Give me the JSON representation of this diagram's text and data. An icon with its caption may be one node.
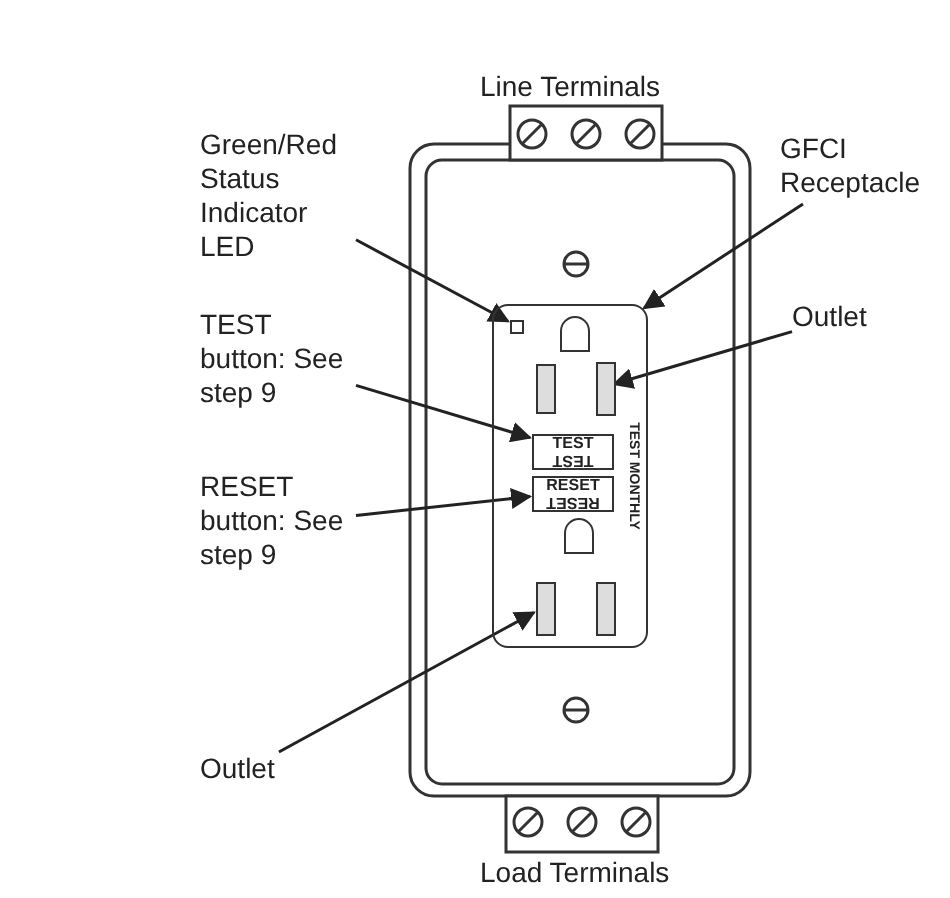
{
  "diagram": {
    "nodes": [
      {
        "text": [
          "Green/Red Status Indicator LED"
        ]
      },
      {
        "text": [
          "GFCI Receptacle"
        ]
      },
      {
        "text": [],
        "shape": "box"
      },
      {
        "text": [],
        "shape": "box",
        "in": 2
      },
      {
        "text": [
          "Outlet"
        ]
      },
      {
        "text": [],
        "shape": "box",
        "in": 2
      },
      {
        "text": [
          "TEST button: See step 9"
        ]
      },
      {
        "text": [
          "TEST",
          "TEST"
        ],
        "in": 2
      },
      {
        "text": [
          "RESET button: See step 9"
        ]
      },
      {
        "text": [
          "RESET",
          "RESET"
        ],
        "in": 2
      },
      {
        "text": [
          "Outlet"
        ]
      },
      {
        "text": [],
        "shape": "box",
        "in": 2
      },
      {
        "text": [],
        "shape": "box",
        "in": 2
      },
      {
        "text": [],
        "shape": "box",
        "in": 2
      },
      {
        "text": [],
        "shape": "box",
        "in": 2
      },
      {
        "text": [],
        "shape": "box",
        "in": 2
      }
    ],
    "edges": [
      {
        "from": 0,
        "to": 3,
        "arrow": "to"
      },
      {
        "from": 1,
        "to": 2,
        "arrow": "to"
      },
      {
        "from": 4,
        "to": 5,
        "arrow": "to"
      },
      {
        "from": 6,
        "to": 7,
        "arrow": "to"
      },
      {
        "from": 8,
        "to": 9,
        "arrow": "to"
      },
      {
        "from": 10,
        "to": 11,
        "arrow": "to"
      }
    ],
    "labels": [
      "Line Terminals",
      "TEST MONTHLY",
      "Load Terminals"
    ]
  }
}
